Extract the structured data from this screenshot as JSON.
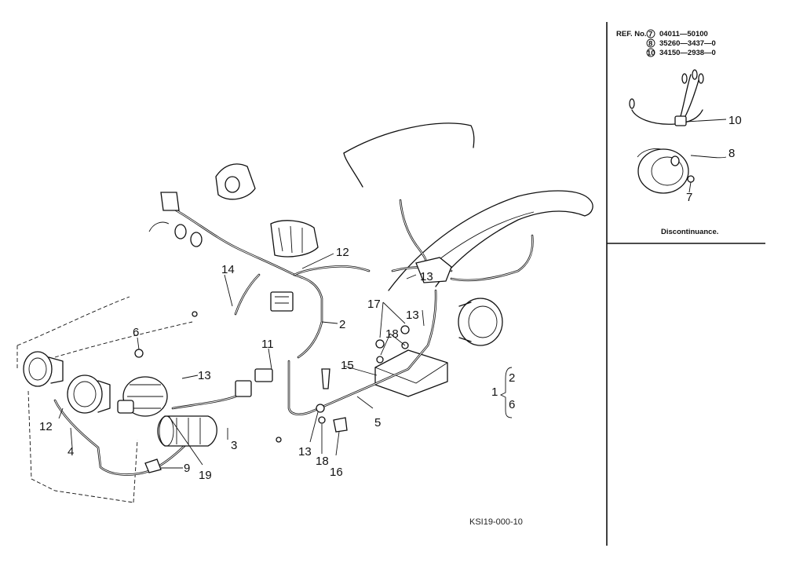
{
  "labels": {
    "l2": "2",
    "l3": "3",
    "l4": "4",
    "l5": "5",
    "l6": "6",
    "l9": "9",
    "l11": "11",
    "l12a": "12",
    "l12b": "12",
    "l13a": "13",
    "l13b": "13",
    "l13c": "13",
    "l13d": "13",
    "l14": "14",
    "l15": "15",
    "l16": "16",
    "l17": "17",
    "l18a": "18",
    "l18b": "18",
    "l19": "19",
    "l1": "1",
    "l1_2": "2",
    "l1_6": "6"
  },
  "inset": {
    "ref_label": "REF. No.",
    "refs": [
      {
        "mark": "7",
        "part": "04011—50100"
      },
      {
        "mark": "8",
        "part": "35260—3437—0"
      },
      {
        "mark": "10",
        "part": "34150—2938—0"
      }
    ],
    "l10": "10",
    "l8": "8",
    "l7": "7",
    "caption": "Discontinuance."
  },
  "drawing_code": "KSI19-000-10"
}
